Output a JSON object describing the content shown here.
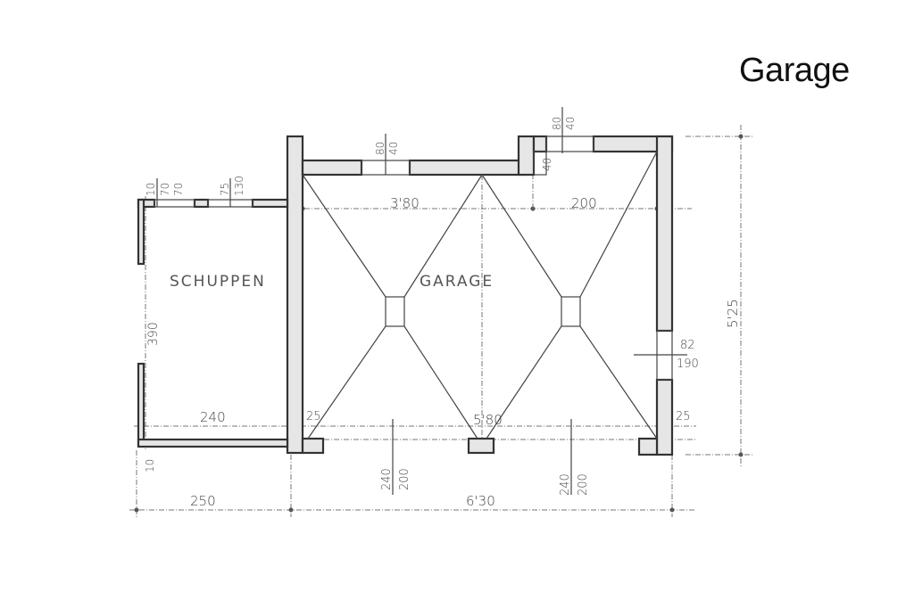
{
  "title": "Garage",
  "rooms": {
    "shed": "SCHUPPEN",
    "garage": "GARAGE"
  },
  "dimensions": {
    "shed_top_window_a_top": "10",
    "shed_top_window_b_top": "70",
    "shed_top_window_b_bottom": "70",
    "shed_top_window_c_top": "75",
    "shed_top_window_c_bottom": "130",
    "garage_top_window_top": "80",
    "garage_top_window_bottom": "40",
    "garage_right_window_top": "80",
    "garage_right_window_bottom": "40",
    "niche_depth": "40",
    "garage_inner_left_width": "3'80",
    "garage_inner_right_width": "200",
    "shed_height": "390",
    "shed_inner_width": "240",
    "wall_left": "25",
    "wall_right": "25",
    "garage_inner_width": "5'80",
    "door_left_top": "240",
    "door_left_bottom": "200",
    "door_right_top": "240",
    "door_right_bottom": "200",
    "side_door_top": "82",
    "side_door_bottom": "190",
    "shed_overall": "250",
    "garage_overall": "6'30",
    "garage_depth": "5'25",
    "shed_bottom_wall": "10"
  }
}
